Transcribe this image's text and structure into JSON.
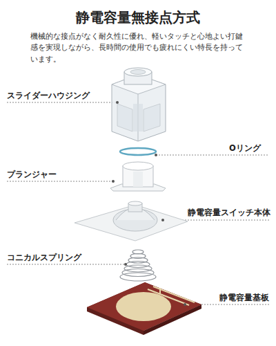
{
  "diagram": {
    "title": "静電容量無接点方式",
    "labels": [
      "機械的な接点がなく耐久性に優れ、軽いタッチと心地よい打鍵感を実現しながら、長時間の使用でも疲れにくい特長を持っています。",
      "スライダーハウジング",
      "Oリング",
      "プランジャー",
      "静電容量スイッチ本体",
      "コニカルスプリング",
      "静電容量基板"
    ]
  }
}
